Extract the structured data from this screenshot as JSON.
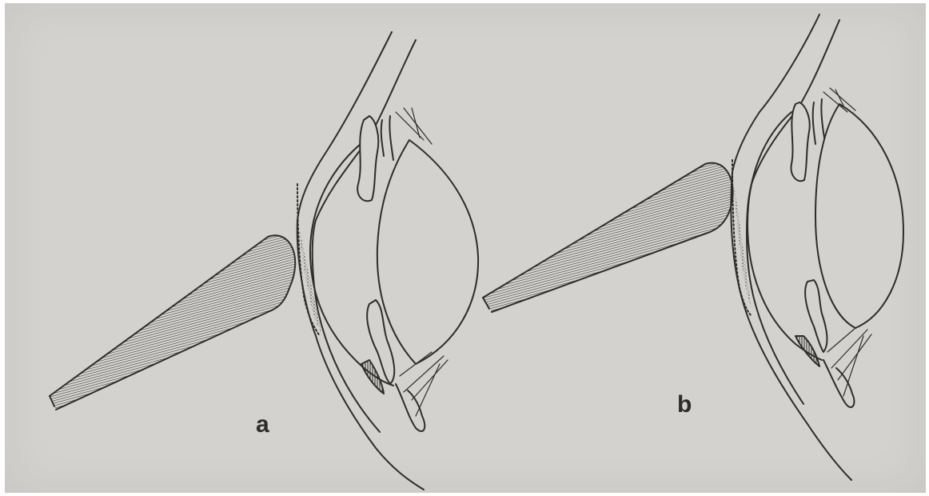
{
  "figure": {
    "panels": [
      {
        "id": "a",
        "label": "a"
      },
      {
        "id": "b",
        "label": "b"
      }
    ],
    "colors": {
      "paper": "#d3d2cf",
      "ink": "#2f2c2a"
    }
  }
}
